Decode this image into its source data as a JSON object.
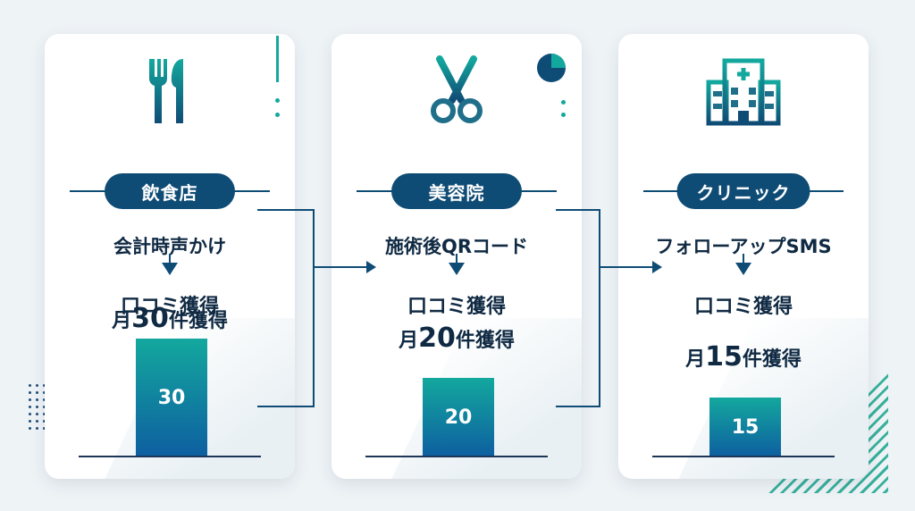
{
  "columns": [
    {
      "category": "飲食店",
      "action": "会計時声かけ",
      "result": "口コミ獲得",
      "monthly_prefix": "月",
      "monthly_num": "30",
      "monthly_suffix": "件獲得",
      "bar_label": "30",
      "value": 30,
      "icon": "fork-knife-icon"
    },
    {
      "category": "美容院",
      "action": "施術後QRコード",
      "result": "口コミ獲得",
      "monthly_prefix": "月",
      "monthly_num": "20",
      "monthly_suffix": "件獲得",
      "bar_label": "20",
      "value": 20,
      "icon": "scissors-icon"
    },
    {
      "category": "クリニック",
      "action": "フォローアップSMS",
      "result": "口コミ獲得",
      "monthly_prefix": "月",
      "monthly_num": "15",
      "monthly_suffix": "件獲得",
      "bar_label": "15",
      "value": 15,
      "icon": "hospital-icon"
    }
  ],
  "chart_data": {
    "type": "bar",
    "categories": [
      "飲食店",
      "美容院",
      "クリニック"
    ],
    "values": [
      30,
      20,
      15
    ]
  },
  "colors": {
    "primary": "#0f4c75",
    "teal": "#13a89e",
    "blue": "#0e5fa0",
    "background": "#eef3f6"
  }
}
